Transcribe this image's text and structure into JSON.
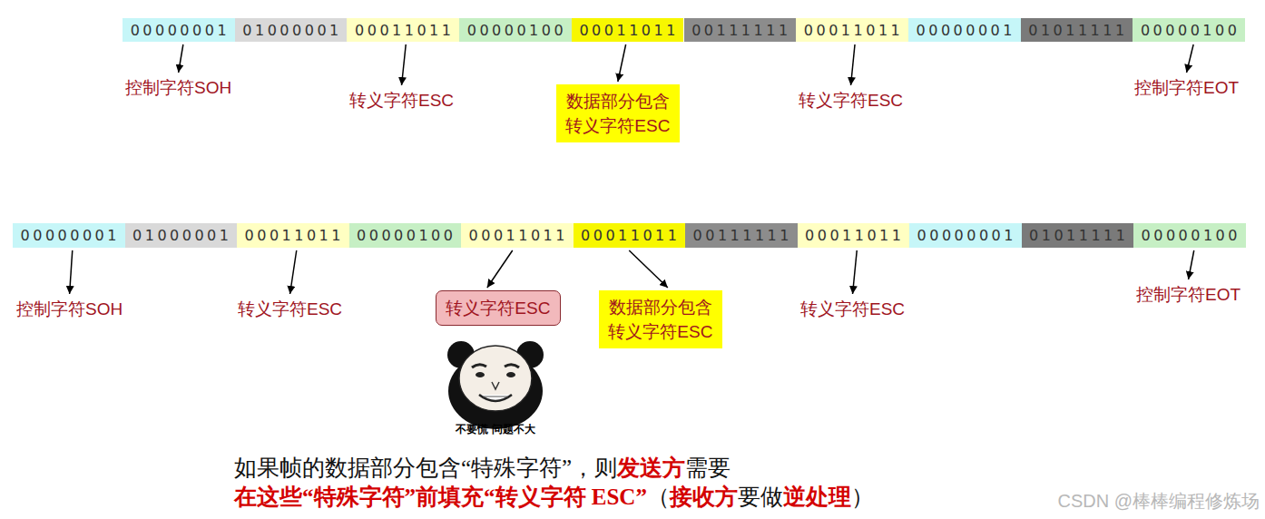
{
  "diagram": {
    "nodes": [
      {
        "text": [
          "00000001"
        ]
      },
      {
        "text": [
          "01000001"
        ]
      },
      {
        "text": [
          "00011011"
        ]
      },
      {
        "text": [
          "00000100"
        ]
      },
      {
        "text": [
          "00011011"
        ]
      },
      {
        "text": [
          "00111111"
        ]
      },
      {
        "text": [
          "00011011"
        ]
      },
      {
        "text": [
          "00000001"
        ]
      },
      {
        "text": [
          "01011111"
        ]
      },
      {
        "text": [
          "00000100"
        ]
      },
      {
        "text": [
          "数据部分包含 转义字符ESC"
        ]
      },
      {
        "text": [
          "00000001"
        ]
      },
      {
        "text": [
          "01000001"
        ]
      },
      {
        "text": [
          "00011011"
        ]
      },
      {
        "text": [
          "00000100"
        ]
      },
      {
        "text": [
          "00011011"
        ]
      },
      {
        "text": [
          "00011011"
        ]
      },
      {
        "text": [
          "00111111"
        ]
      },
      {
        "text": [
          "00011011"
        ]
      },
      {
        "text": [
          "00000001"
        ]
      },
      {
        "text": [
          "01011111"
        ]
      },
      {
        "text": [
          "00000100"
        ]
      },
      {
        "text": [
          "转义字符ESC"
        ]
      },
      {
        "text": [
          "数据部分包含 转义字符ESC"
        ]
      }
    ],
    "edges": [
      {
        "from": 4,
        "to": 10,
        "arrow": "to"
      },
      {
        "from": 15,
        "to": 22,
        "arrow": "to"
      },
      {
        "from": 16,
        "to": 23,
        "arrow": "to"
      }
    ],
    "labels": [
      "控制字符SOH",
      "转义字符ESC",
      "转义字符ESC",
      "控制字符EOT",
      "控制字符SOH",
      "转义字符ESC",
      "转义字符ESC",
      "控制字符EOT",
      "不要慌 问题不大",
      "如果帧的数据部分包含“特殊字符”，则",
      "发送方",
      "需要",
      "在这些“特殊字符”前",
      "填充“转义字符 ESC”",
      "（",
      "接收方",
      "要做",
      "逆处理",
      "）",
      "CSDN @棒棒编程修炼场"
    ]
  }
}
